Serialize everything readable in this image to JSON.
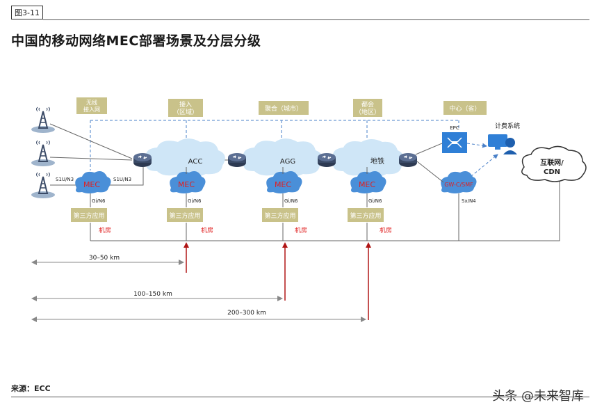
{
  "figure_tag": "图3-11",
  "title": "中国的移动网络MEC部署场景及分层分级",
  "source": "来源：ECC",
  "watermark": "头条 @未来智库",
  "colors": {
    "label_box": "#c9c28a",
    "cloud": "#cfe6f7",
    "mec": "#4a8fd8",
    "mec_text": "#e02020",
    "app_box": "#c9c28a",
    "jifang": "#e02020",
    "arrow_red": "#b01515",
    "dashed": "#4a80c8",
    "router": "#3a4a66",
    "epc": "#2f7fd6"
  },
  "level_labels": [
    {
      "line1": "无线",
      "line2": "接入网"
    },
    {
      "line1": "接入",
      "line2": "（区域）"
    },
    {
      "line1": "聚合（城市）",
      "line2": ""
    },
    {
      "line1": "都会",
      "line2": "（地区）"
    },
    {
      "line1": "中心（省）",
      "line2": ""
    }
  ],
  "clouds": [
    "ACC",
    "AGG",
    "地铁"
  ],
  "mec_label": "MEC",
  "interfaces": {
    "s1u_left": "S1U/N3",
    "s1u_right": "S1U/N3",
    "gi": "Gi/N6",
    "sx": "Sx/N4"
  },
  "app_label": "第三方应用",
  "jifang_label": "机房",
  "core": {
    "epc": "EPC",
    "gw": "GW-C/SMF",
    "billing": "计费系统",
    "internet_line1": "互联网/",
    "internet_line2": "CDN"
  },
  "distances": [
    "30–50 km",
    "100–150 km",
    "200–300 km"
  ],
  "icons": [
    "cell-tower-icon",
    "router-icon",
    "epc-icon",
    "billing-system-icon"
  ]
}
